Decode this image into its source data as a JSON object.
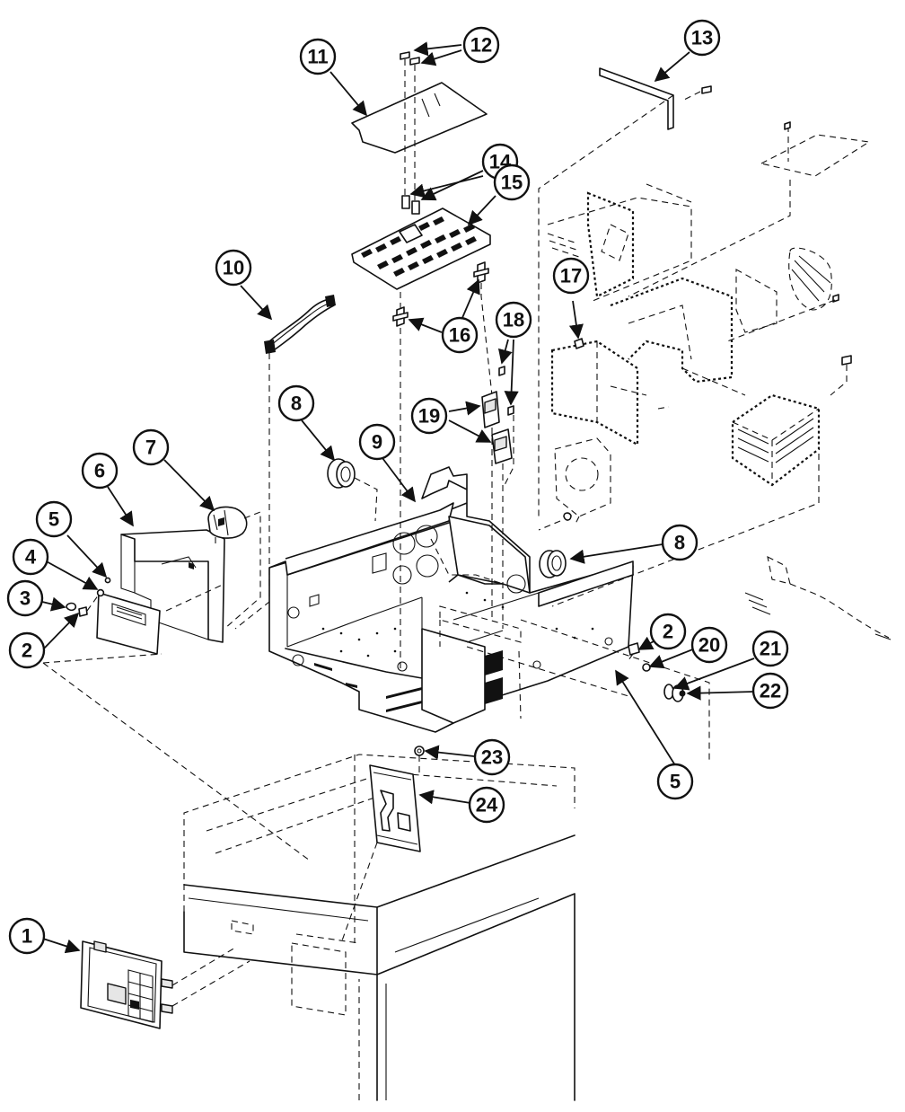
{
  "callouts": [
    {
      "id": "c1",
      "label": "1"
    },
    {
      "id": "c2a",
      "label": "2"
    },
    {
      "id": "c2b",
      "label": "2"
    },
    {
      "id": "c3",
      "label": "3"
    },
    {
      "id": "c4",
      "label": "4"
    },
    {
      "id": "c5a",
      "label": "5"
    },
    {
      "id": "c5b",
      "label": "5"
    },
    {
      "id": "c6",
      "label": "6"
    },
    {
      "id": "c7",
      "label": "7"
    },
    {
      "id": "c8a",
      "label": "8"
    },
    {
      "id": "c8b",
      "label": "8"
    },
    {
      "id": "c9",
      "label": "9"
    },
    {
      "id": "c10",
      "label": "10"
    },
    {
      "id": "c11",
      "label": "11"
    },
    {
      "id": "c12",
      "label": "12"
    },
    {
      "id": "c13",
      "label": "13"
    },
    {
      "id": "c14",
      "label": "14"
    },
    {
      "id": "c15",
      "label": "15"
    },
    {
      "id": "c16",
      "label": "16"
    },
    {
      "id": "c17",
      "label": "17"
    },
    {
      "id": "c18",
      "label": "18"
    },
    {
      "id": "c19",
      "label": "19"
    },
    {
      "id": "c20",
      "label": "20"
    },
    {
      "id": "c21",
      "label": "21"
    },
    {
      "id": "c22",
      "label": "22"
    },
    {
      "id": "c23",
      "label": "23"
    },
    {
      "id": "c24",
      "label": "24"
    }
  ]
}
